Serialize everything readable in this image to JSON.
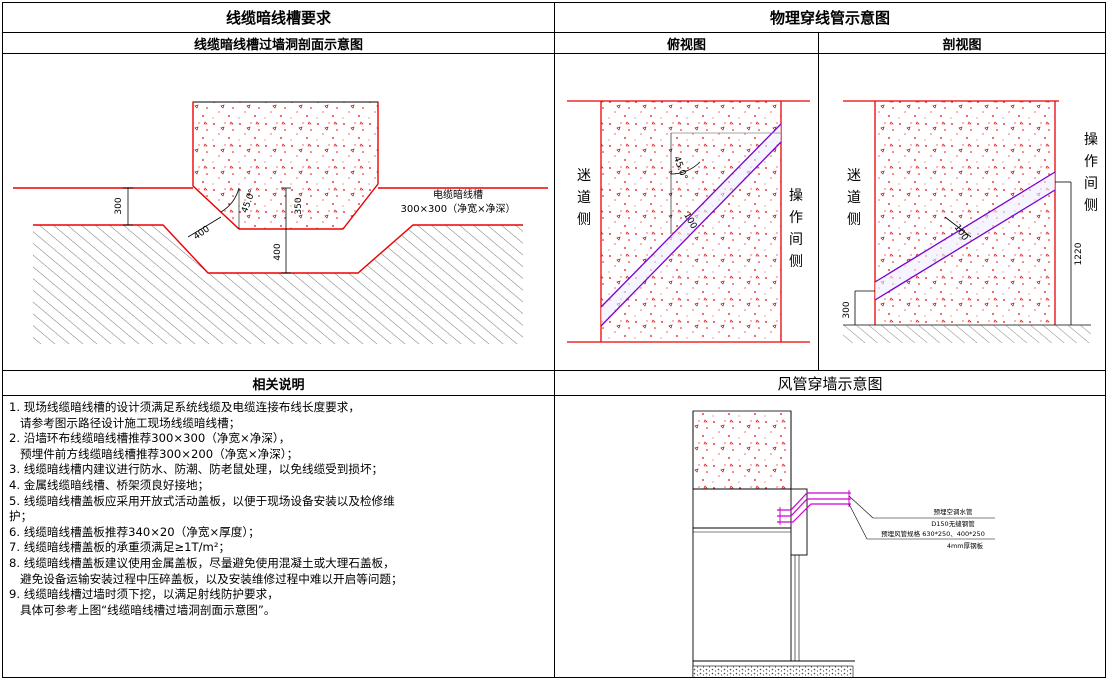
{
  "headers": {
    "left_main": "线缆暗线槽要求",
    "right_main": "物理穿线管示意图",
    "left_sub": "线缆暗线槽过墙洞剖面示意图",
    "top_view": "俯视图",
    "section_view": "剖视图",
    "notes_title": "相关说明",
    "duct_title": "风管穿墙示意图"
  },
  "trench_diagram": {
    "dim_300": "300",
    "dim_350": "350",
    "dim_400_slope": "400",
    "dim_400_depth": "400",
    "angle": "45.0°",
    "label_line1": "电缆暗线槽",
    "label_line2": "300×300（净宽×净深）"
  },
  "top_view_diagram": {
    "left_side": "迷道侧",
    "right_side": "操作间侧",
    "angle": "45.0°",
    "dim": "100"
  },
  "section_view_diagram": {
    "left_side": "迷道侧",
    "right_side": "操作间侧",
    "dim_100": "100",
    "dim_1220": "1220",
    "dim_300": "300"
  },
  "duct_diagram": {
    "note1": "预埋空调水管",
    "note2": "D150无缝钢管",
    "note3": "预埋风管规格 630*250、400*250",
    "note4": "4mm厚钢板"
  },
  "notes": [
    {
      "text": "1. 现场线缆暗线槽的设计须满足系统线缆及电缆连接布线长度要求，",
      "indent": false
    },
    {
      "text": "请参考图示路径设计施工现场线缆暗线槽；",
      "indent": true
    },
    {
      "text": "2. 沿墙环布线缆暗线槽推荐300×300（净宽×净深），",
      "indent": false
    },
    {
      "text": "预埋件前方线缆暗线槽推荐300×200（净宽×净深）；",
      "indent": true
    },
    {
      "text": "3. 线缆暗线槽内建议进行防水、防潮、防老鼠处理，以免线缆受到损坏；",
      "indent": false
    },
    {
      "text": "4. 金属线缆暗线槽、桥架须良好接地；",
      "indent": false
    },
    {
      "text": "5. 线缆暗线槽盖板应采用开放式活动盖板，以便于现场设备安装以及检修维",
      "indent": false
    },
    {
      "text": "护；",
      "indent": false
    },
    {
      "text": "6. 线缆暗线槽盖板推荐340×20（净宽×厚度）；",
      "indent": false
    },
    {
      "text": "7. 线缆暗线槽盖板的承重须满足≥1T/m²；",
      "indent": false
    },
    {
      "text": "8. 线缆暗线槽盖板建议使用金属盖板，尽量避免使用混凝土或大理石盖板，",
      "indent": false
    },
    {
      "text": "避免设备运输安装过程中压碎盖板，以及安装维修过程中难以开启等问题；",
      "indent": true
    },
    {
      "text": "9. 线缆暗线槽过墙时须下挖，以满足射线防护要求，",
      "indent": false
    },
    {
      "text": "具体可参考上图“线缆暗线槽过墙洞剖面示意图”。",
      "indent": true
    }
  ]
}
